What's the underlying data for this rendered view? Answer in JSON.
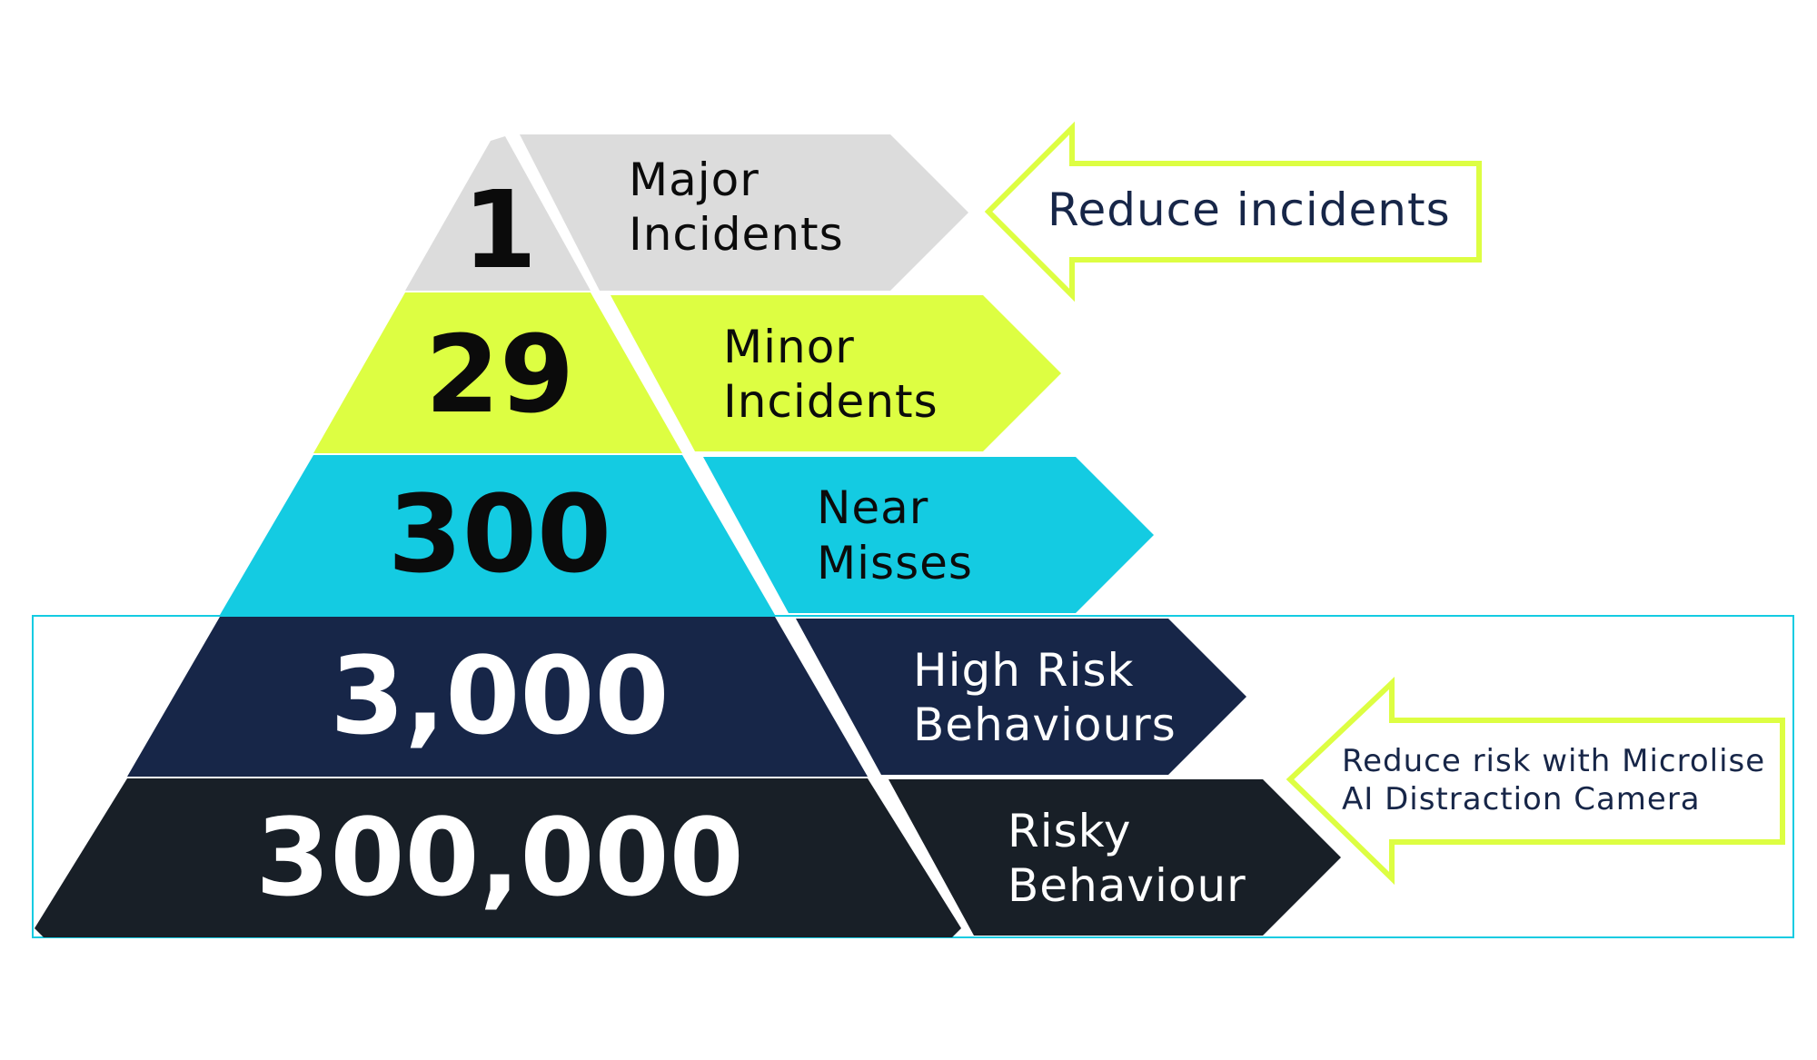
{
  "tiers": [
    {
      "number": "1",
      "label_line1": "Major",
      "label_line2": "Incidents",
      "fill": "#dcdcdc",
      "text_color": "#0b0b0b"
    },
    {
      "number": "29",
      "label_line1": "Minor",
      "label_line2": "Incidents",
      "fill": "#ddfe42",
      "text_color": "#0b0b0b"
    },
    {
      "number": "300",
      "label_line1": "Near",
      "label_line2": "Misses",
      "fill": "#14cbe2",
      "text_color": "#0b0b0b"
    },
    {
      "number": "3,000",
      "label_line1": "High Risk",
      "label_line2": "Behaviours",
      "fill": "#172648",
      "text_color": "#ffffff"
    },
    {
      "number": "300,000",
      "label_line1": "Risky",
      "label_line2": "Behaviour",
      "fill": "#181f27",
      "text_color": "#ffffff"
    }
  ],
  "callouts": {
    "top": {
      "text": "Reduce incidents"
    },
    "bottom": {
      "line1": "Reduce risk with Microlise",
      "line2": "AI Distraction Camera"
    }
  },
  "colors": {
    "arrow_outline": "#ddfe42",
    "highlight_box": "#14cbe2",
    "callout_text": "#172648"
  }
}
